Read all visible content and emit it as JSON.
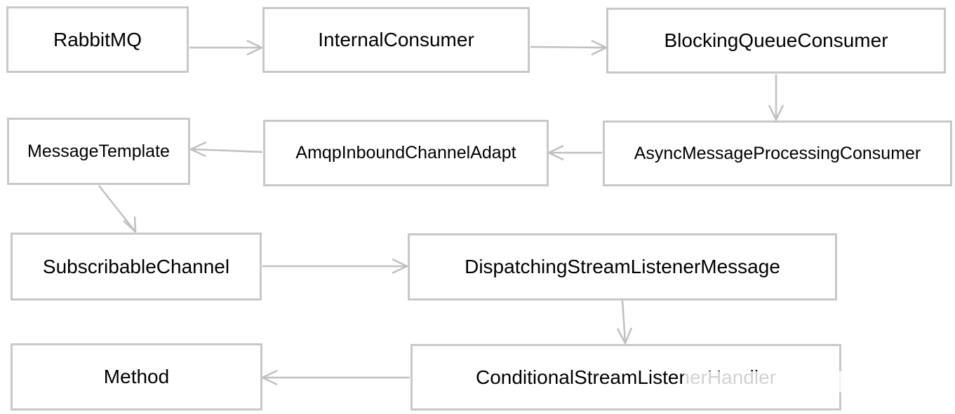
{
  "nodes": {
    "rabbitmq": "RabbitMQ",
    "internal_consumer": "InternalConsumer",
    "blocking_queue_consumer": "BlockingQueueConsumer",
    "async_message_processing_consumer": "AsyncMessageProcessingConsumer",
    "amqp_inbound_channel_adapt": "AmqpInboundChannelAdapt",
    "message_template": "MessageTemplate",
    "subscribable_channel": "SubscribableChannel",
    "dispatching_stream_listener_message": "DispatchingStreamListenerMessage",
    "conditional_stream_listener_handler": "ConditionalStreamListenerHandler",
    "method": "Method"
  },
  "edges": [
    [
      "rabbitmq",
      "internal_consumer"
    ],
    [
      "internal_consumer",
      "blocking_queue_consumer"
    ],
    [
      "blocking_queue_consumer",
      "async_message_processing_consumer"
    ],
    [
      "async_message_processing_consumer",
      "amqp_inbound_channel_adapt"
    ],
    [
      "amqp_inbound_channel_adapt",
      "message_template"
    ],
    [
      "message_template",
      "subscribable_channel"
    ],
    [
      "subscribable_channel",
      "dispatching_stream_listener_message"
    ],
    [
      "dispatching_stream_listener_message",
      "conditional_stream_listener_handler"
    ],
    [
      "conditional_stream_listener_handler",
      "method"
    ]
  ],
  "colors": {
    "border": "#c8c8c8",
    "arrow": "#c0c0c0",
    "text": "#000000"
  }
}
